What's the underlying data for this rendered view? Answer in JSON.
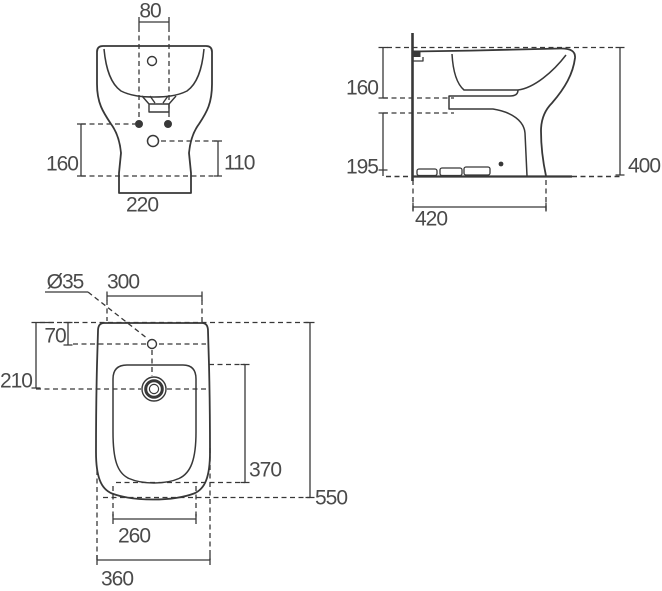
{
  "drawing": {
    "line_color": "#383838",
    "text_color": "#4a4a4a",
    "front_view": {
      "hole_spacing": "80",
      "height_to_holes": "160",
      "height_to_inlet": "110",
      "base_width": "220"
    },
    "side_view": {
      "top_to_bowl": "160",
      "floor_to_shelf": "195",
      "overall_height": "400",
      "overall_depth": "420"
    },
    "plan_view": {
      "tap_hole": "Ø35",
      "width_at_tap": "300",
      "tap_offset": "70",
      "drain_offset": "210",
      "bowl_length": "370",
      "overall_length": "550",
      "bowl_width": "260",
      "overall_width": "360"
    }
  }
}
